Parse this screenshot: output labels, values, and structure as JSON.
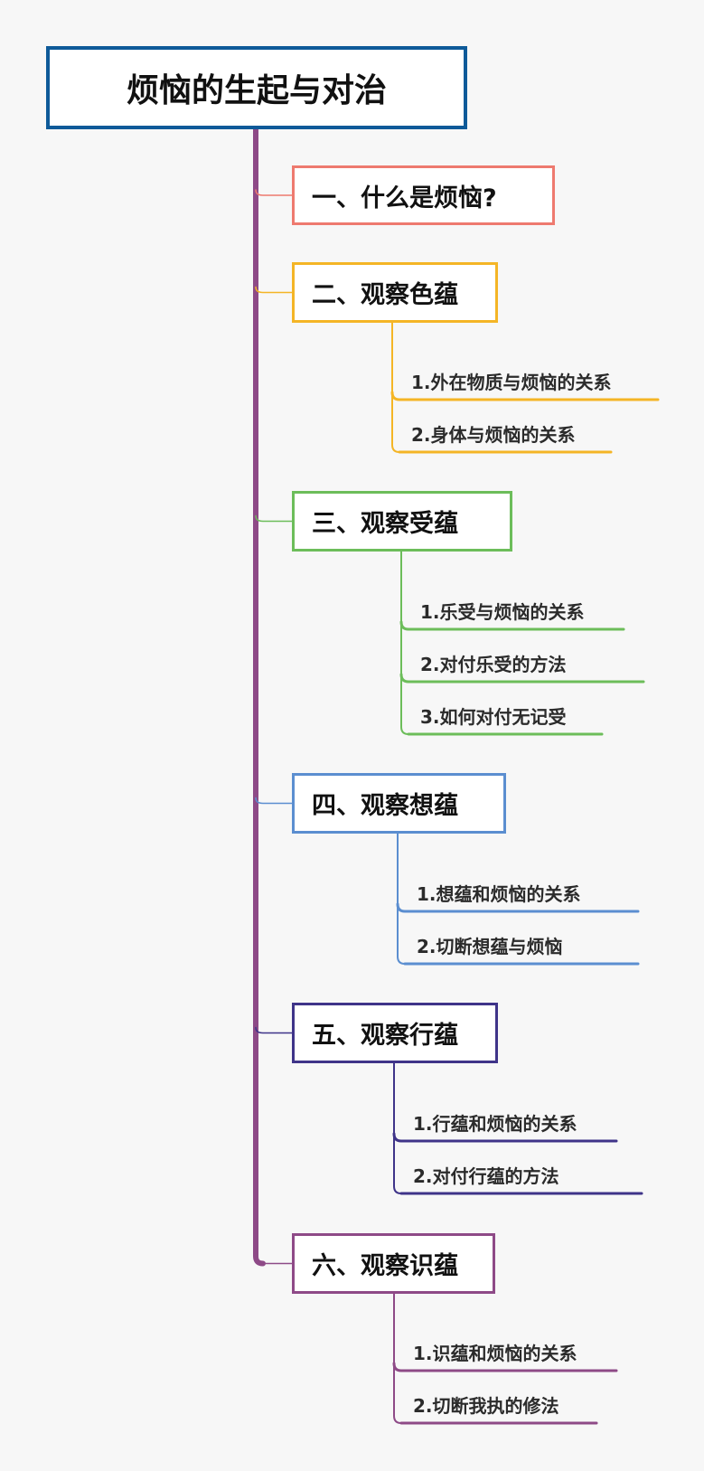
{
  "title": "烦恼的生起与对治",
  "trunk_color": "#8e4a87",
  "sections": [
    {
      "label": "一、什么是烦恼?",
      "color": "#ee7a6f",
      "children": []
    },
    {
      "label": "二、观察色蕴",
      "color": "#f4b526",
      "children": [
        "1.外在物质与烦恼的关系",
        "2.身体与烦恼的关系"
      ]
    },
    {
      "label": "三、观察受蕴",
      "color": "#6cbd5a",
      "children": [
        "1.乐受与烦恼的关系",
        "2.对付乐受的方法",
        "3.如何对付无记受"
      ]
    },
    {
      "label": "四、观察想蕴",
      "color": "#5b8ed0",
      "children": [
        "1.想蕴和烦恼的关系",
        "2.切断想蕴与烦恼"
      ]
    },
    {
      "label": "五、观察行蕴",
      "color": "#3f3489",
      "children": [
        "1.行蕴和烦恼的关系",
        "2.对付行蕴的方法"
      ]
    },
    {
      "label": "六、观察识蕴",
      "color": "#8e4a87",
      "children": [
        "1.识蕴和烦恼的关系",
        "2.切断我执的修法"
      ]
    }
  ]
}
